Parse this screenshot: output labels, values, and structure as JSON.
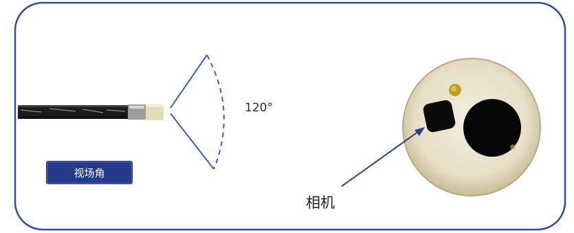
{
  "diagram": {
    "angle_label": "120°",
    "fov_badge": "视场角",
    "camera_label": "相机"
  },
  "colors": {
    "frame_border": "#2c4aa0",
    "fov_lines": "#3b5bc4",
    "badge_bg": "#243a8a",
    "probe_face": "#ece4cf"
  }
}
